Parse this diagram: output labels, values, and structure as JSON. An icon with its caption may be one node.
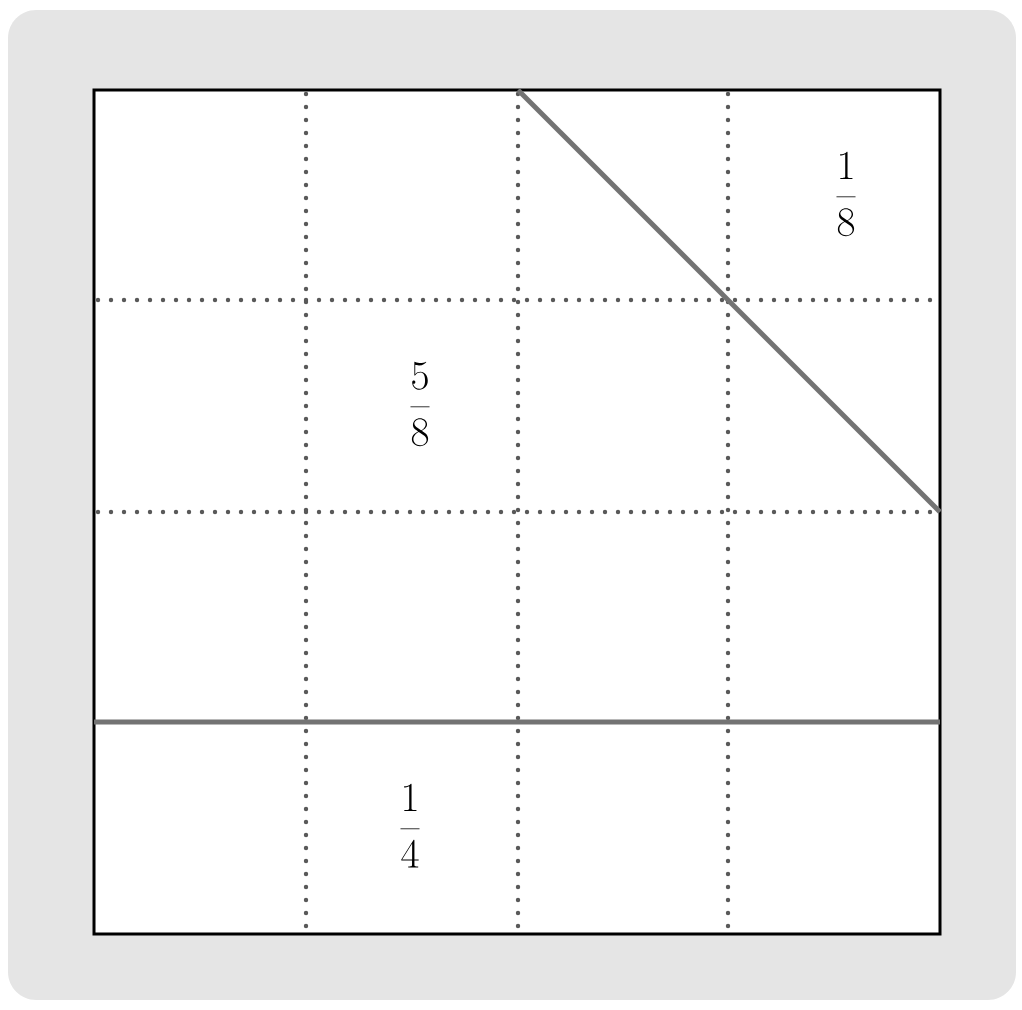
{
  "diagram": {
    "labels": [
      "\\frac{1}{8}",
      "\\frac{5}{8}",
      "\\frac{1}{4}"
    ]
  }
}
